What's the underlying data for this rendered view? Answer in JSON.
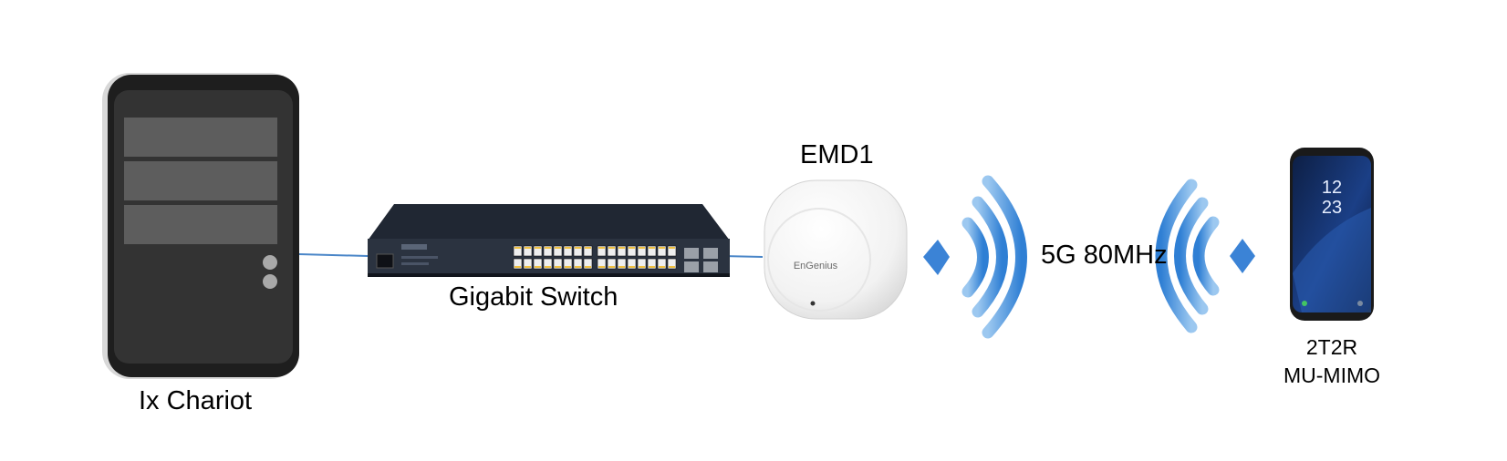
{
  "nodes": {
    "server": {
      "label": "Ix Chariot",
      "icon": "server-tower-icon"
    },
    "switch": {
      "label": "Gigabit Switch",
      "icon": "network-switch-icon"
    },
    "access_point": {
      "label": "EMD1",
      "brand_text": "EnGenius",
      "icon": "access-point-icon"
    },
    "client": {
      "label_line1": "2T2R",
      "label_line2": "MU-MIMO",
      "icon": "smartphone-icon",
      "clock_hour": "12",
      "clock_minute": "23"
    }
  },
  "links": {
    "wireless": {
      "label": "5G 80MHz",
      "icon": "wifi-signal-icon"
    }
  },
  "colors": {
    "wire": "#4a86c8",
    "wifi": "#3b83d6",
    "server": "#2f2f2f",
    "switch": "#2b3340",
    "port_led": "#f0c040"
  }
}
